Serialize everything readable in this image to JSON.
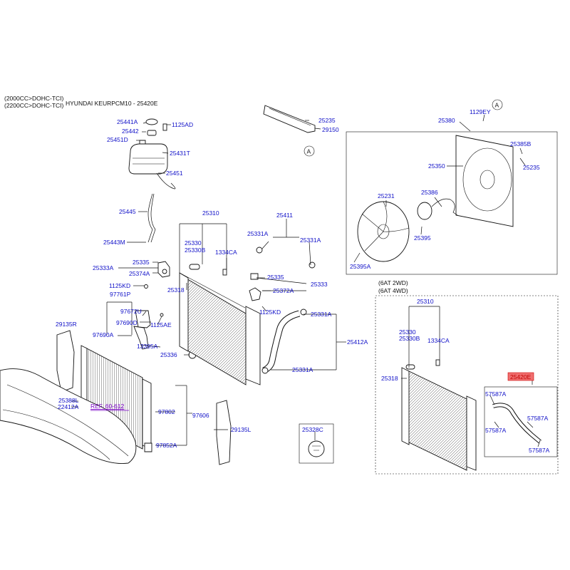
{
  "header": {
    "line1": "(2000CC>DOHC-TCI)",
    "line2": "(2200CC>DOHC-TCI)",
    "title": "HYUNDAI KEURPCM10 - 25420E"
  },
  "variant": {
    "line1": "(6AT 2WD)",
    "line2": "(6AT 4WD)"
  },
  "ref": "REF. 60-612",
  "highlight_part": "25420E",
  "circle_marker": "A",
  "labels": {
    "p25441A": "25441A",
    "p25442": "25442",
    "p25451D": "25451D",
    "p1125AD": "1125AD",
    "p25431T": "25431T",
    "p25451": "25451",
    "p25445": "25445",
    "p25443M": "25443M",
    "p25335a": "25335",
    "p25333A": "25333A",
    "p25374A": "25374A",
    "p1125KDa": "1125KD",
    "p97761P": "97761P",
    "p97672U": "97672U",
    "p97690D": "97690D",
    "p97690A": "97690A",
    "p1125AE": "1125AE",
    "p13395A": "13395A",
    "p25318a": "25318",
    "p25336": "25336",
    "p29135R": "29135R",
    "p25388L": "25388L",
    "p22412A": "22412A",
    "p97802": "97802",
    "p97606": "97606",
    "p97852A": "97852A",
    "p29135L": "29135L",
    "p25328C": "25328C",
    "p25310a": "25310",
    "p25330a": "25330",
    "p25330Ba": "25330B",
    "p1334CAa": "1334CA",
    "p25411": "25411",
    "p25331Aa": "25331A",
    "p25331Ab": "25331A",
    "p25335b": "25335",
    "p25372A": "25372A",
    "p25333": "25333",
    "p1125KDb": "1125KD",
    "p25331Ac": "25331A",
    "p25412A": "25412A",
    "p25331Ad": "25331A",
    "p25235a": "25235",
    "p29150": "29150",
    "p1129EY": "1129EY",
    "p25380": "25380",
    "p25385B": "25385B",
    "p25350": "25350",
    "p25235b": "25235",
    "p25231": "25231",
    "p25386": "25386",
    "p25395": "25395",
    "p25395A": "25395A",
    "p25310b": "25310",
    "p25330b": "25330",
    "p25330Bb": "25330B",
    "p1334CAb": "1334CA",
    "p25318b": "25318",
    "p57587Aa": "57587A",
    "p57587Ab": "57587A",
    "p57587Ac": "57587A",
    "p57587Ad": "57587A"
  },
  "colors": {
    "label": "#1010c8",
    "ref_link": "#7a00c8",
    "highlight_fill": "#f07070",
    "line": "#111111"
  }
}
